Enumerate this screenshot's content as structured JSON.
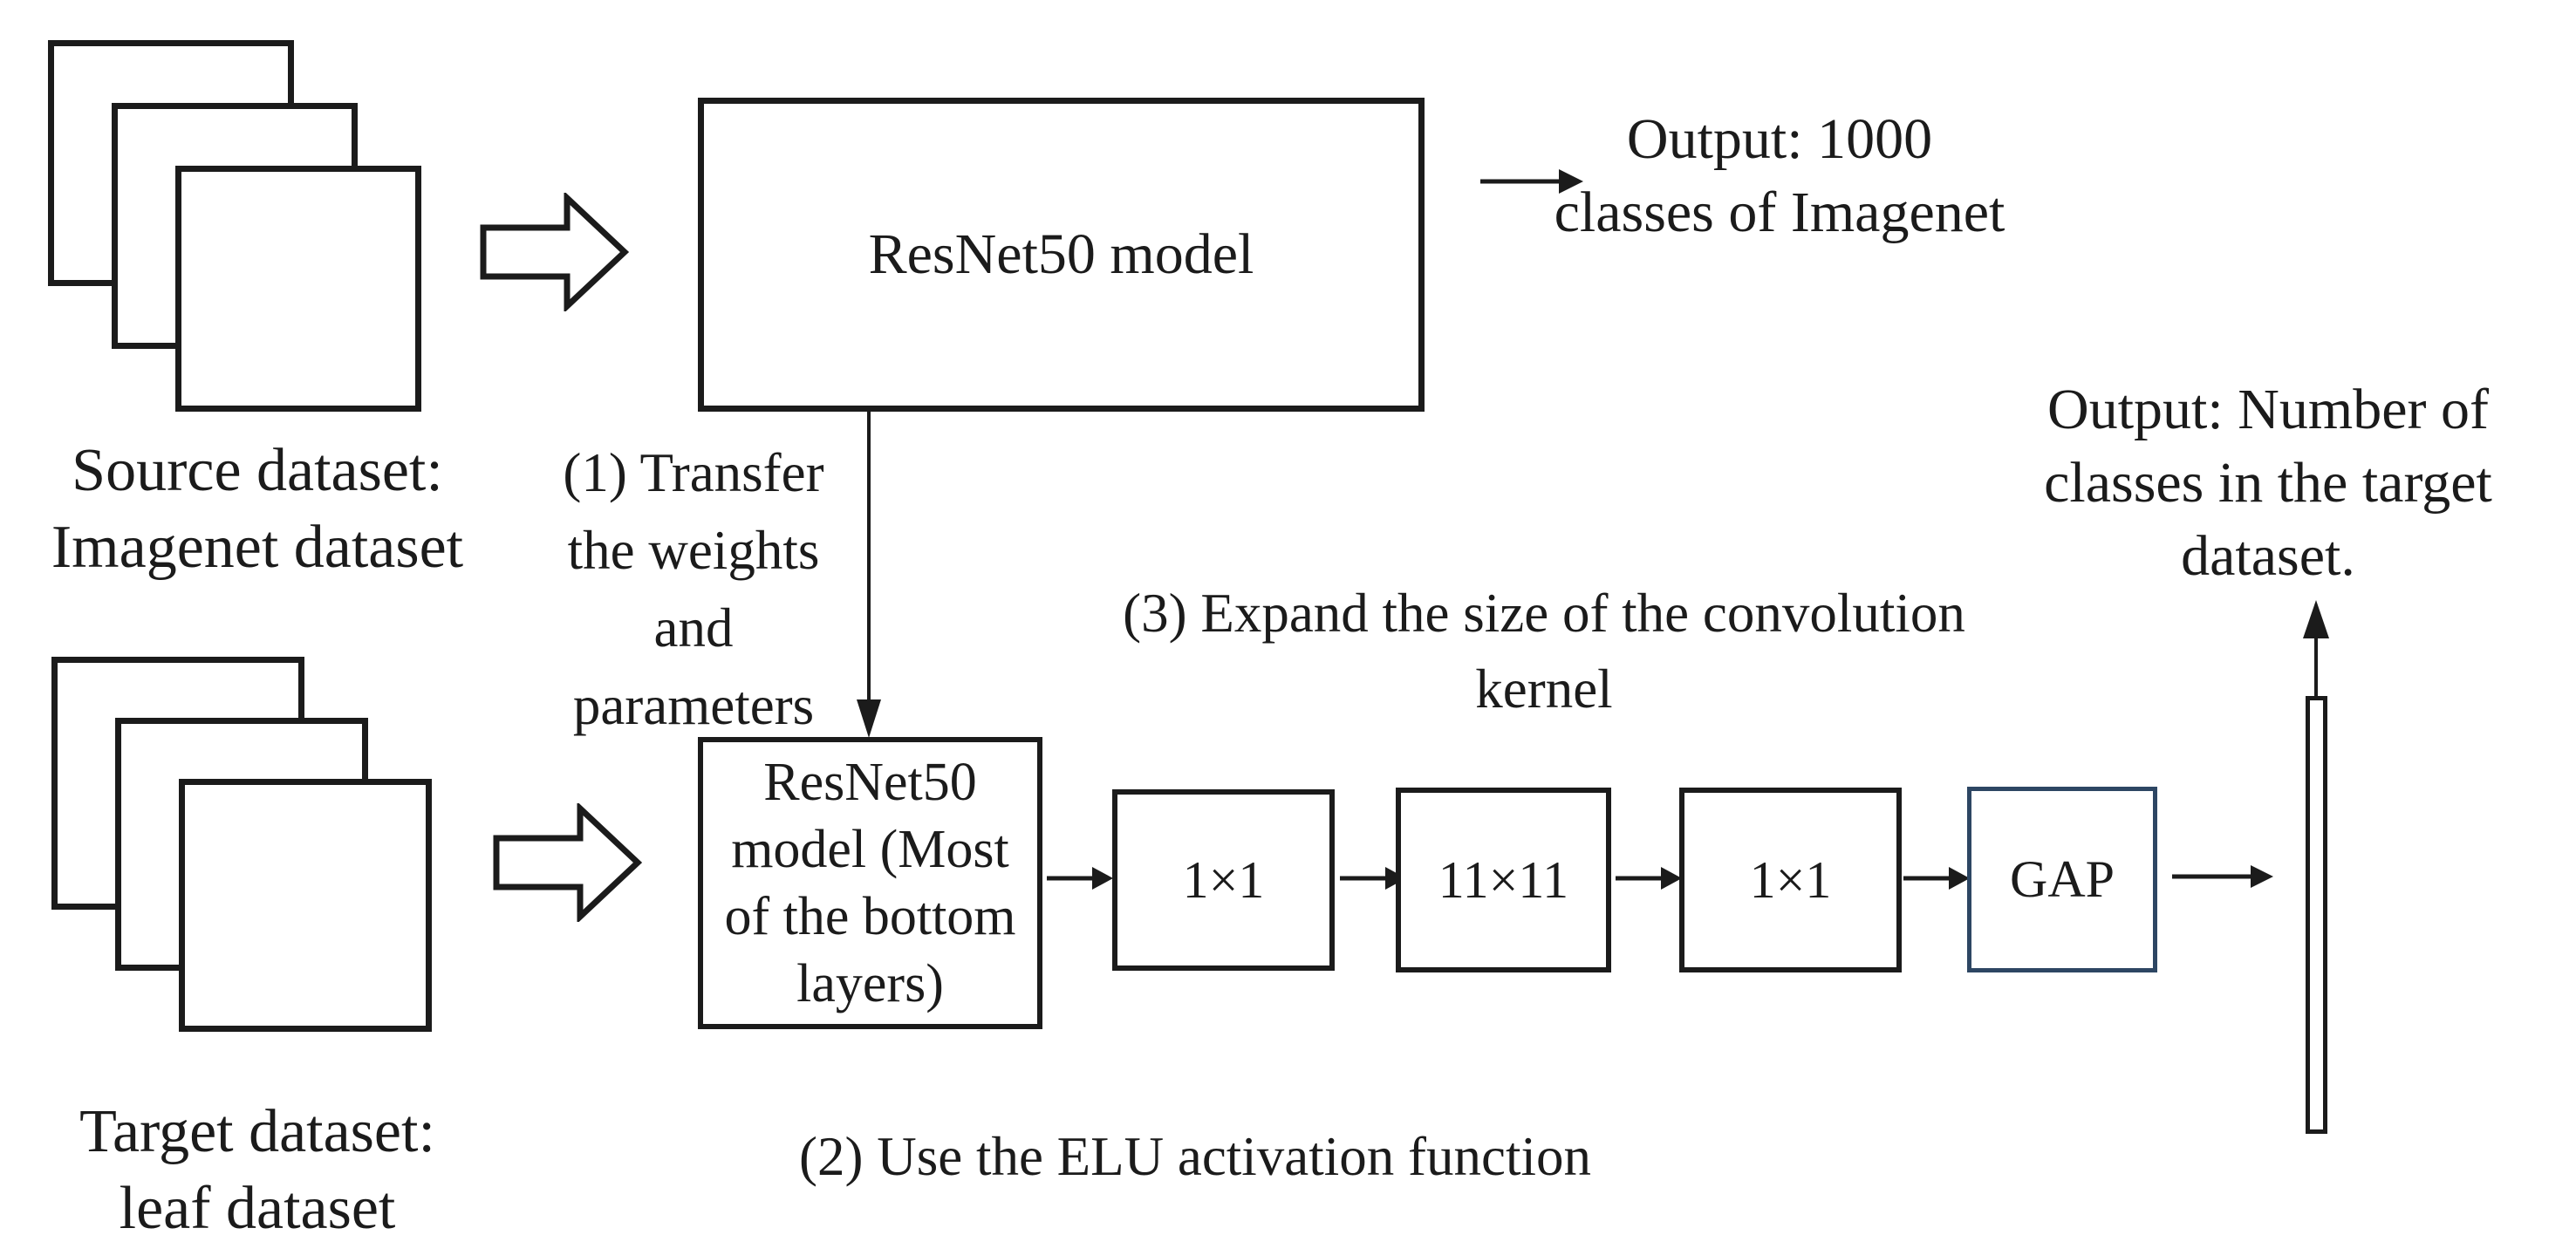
{
  "figure": {
    "background": "#ffffff",
    "ink": "#1b1b1b",
    "gap_border": "#2d4663"
  },
  "source_dataset": {
    "line1": "Source dataset:",
    "line2": "Imagenet dataset"
  },
  "target_dataset": {
    "line1": "Target dataset:",
    "line2": "leaf dataset"
  },
  "pretrained_model": {
    "label": "ResNet50 model"
  },
  "imagenet_output": {
    "line1": "Output: 1000",
    "line2": "classes of Imagenet"
  },
  "transfer_step": {
    "line1": "(1) Transfer",
    "line2": "the weights",
    "line3": "and",
    "line4": "parameters"
  },
  "elu_step": {
    "label": "(2) Use the ELU activation function"
  },
  "kernel_step": {
    "line1": "(3) Expand the size of the convolution",
    "line2": "kernel"
  },
  "transferred_model": {
    "line1": "ResNet50",
    "line2": "model (Most",
    "line3": "of the bottom",
    "line4": "layers)"
  },
  "conv_layers": [
    {
      "label": "1×1"
    },
    {
      "label": "11×11"
    },
    {
      "label": "1×1"
    },
    {
      "label": "GAP"
    }
  ],
  "target_output": {
    "line1": "Output: Number of",
    "line2": "classes in the target",
    "line3": "dataset."
  }
}
